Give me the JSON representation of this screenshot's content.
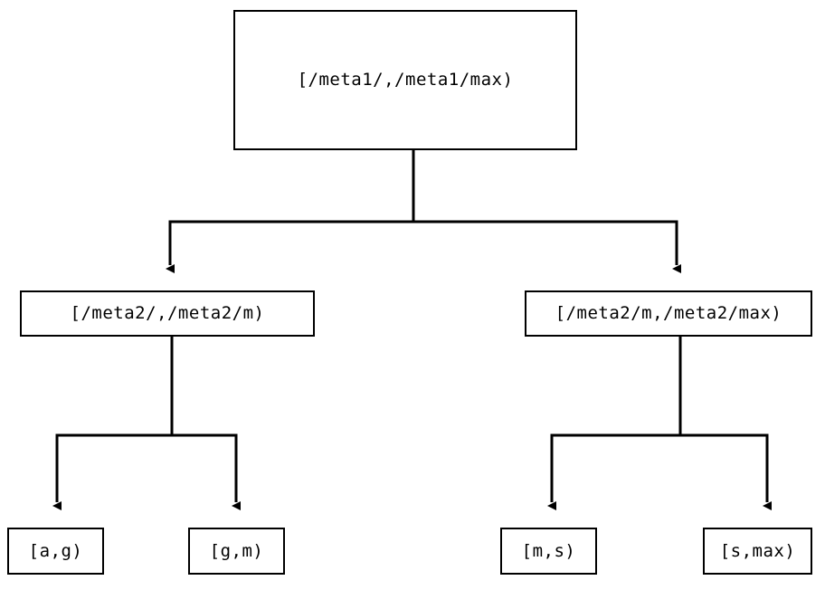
{
  "diagram": {
    "type": "tree",
    "orientation": "top-down",
    "background_color": "#ffffff",
    "line_color": "#000000",
    "text_color": "#000000",
    "nodes": {
      "root": {
        "label": "[/meta1/,/meta1/max)",
        "level": 0
      },
      "mid_left": {
        "label": "[/meta2/,/meta2/m)",
        "level": 1
      },
      "mid_right": {
        "label": "[/meta2/m,/meta2/max)",
        "level": 1
      },
      "leaf_ag": {
        "label": "[a,g)",
        "level": 2
      },
      "leaf_gm": {
        "label": "[g,m)",
        "level": 2
      },
      "leaf_ms": {
        "label": "[m,s)",
        "level": 2
      },
      "leaf_smax": {
        "label": "[s,max)",
        "level": 2
      }
    },
    "edges": [
      {
        "from": "root",
        "to": "mid_left",
        "arrow": "triangle-down"
      },
      {
        "from": "root",
        "to": "mid_right",
        "arrow": "triangle-down"
      },
      {
        "from": "mid_left",
        "to": "leaf_ag",
        "arrow": "triangle-down"
      },
      {
        "from": "mid_left",
        "to": "leaf_gm",
        "arrow": "triangle-down"
      },
      {
        "from": "mid_right",
        "to": "leaf_ms",
        "arrow": "triangle-down"
      },
      {
        "from": "mid_right",
        "to": "leaf_smax",
        "arrow": "triangle-down"
      }
    ]
  }
}
